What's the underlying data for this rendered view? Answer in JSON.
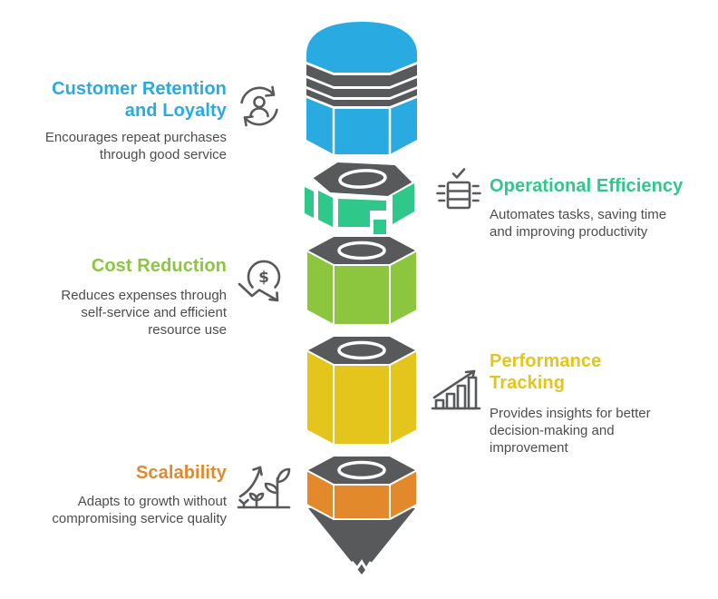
{
  "palette": {
    "dark": "#58595B",
    "text": "#4D4D4D",
    "blue": "#29ABE2",
    "green": "#30C88A",
    "lime": "#8CC63F",
    "yellow": "#E3C51C",
    "orange": "#E2892B"
  },
  "items": [
    {
      "id": "customer-retention",
      "title": "Customer Retention\nand Loyalty",
      "description": "Encourages repeat purchases\nthrough good service",
      "color": "#29ABE2",
      "side": "left",
      "icon": "user-refresh-icon"
    },
    {
      "id": "operational-efficiency",
      "title": "Operational Efficiency",
      "description": "Automates tasks, saving time\nand improving productivity",
      "color": "#30C88A",
      "side": "right",
      "icon": "automation-check-icon"
    },
    {
      "id": "cost-reduction",
      "title": "Cost Reduction",
      "description": "Reduces expenses through\nself-service and efficient\nresource use",
      "color": "#8CC63F",
      "side": "left",
      "icon": "dollar-decrease-icon"
    },
    {
      "id": "performance-tracking",
      "title": "Performance\nTracking",
      "description": "Provides insights for better\ndecision-making and\nimprovement",
      "color": "#E3C51C",
      "side": "right",
      "icon": "bar-chart-growth-icon"
    },
    {
      "id": "scalability",
      "title": "Scalability",
      "description": "Adapts to growth without\ncompromising service quality",
      "color": "#E2892B",
      "side": "left",
      "icon": "plant-growth-icon"
    }
  ],
  "pencil": {
    "segments": [
      "blue-eraser",
      "green-band",
      "lime-band",
      "yellow-band",
      "orange-band",
      "pencil-tip"
    ]
  }
}
